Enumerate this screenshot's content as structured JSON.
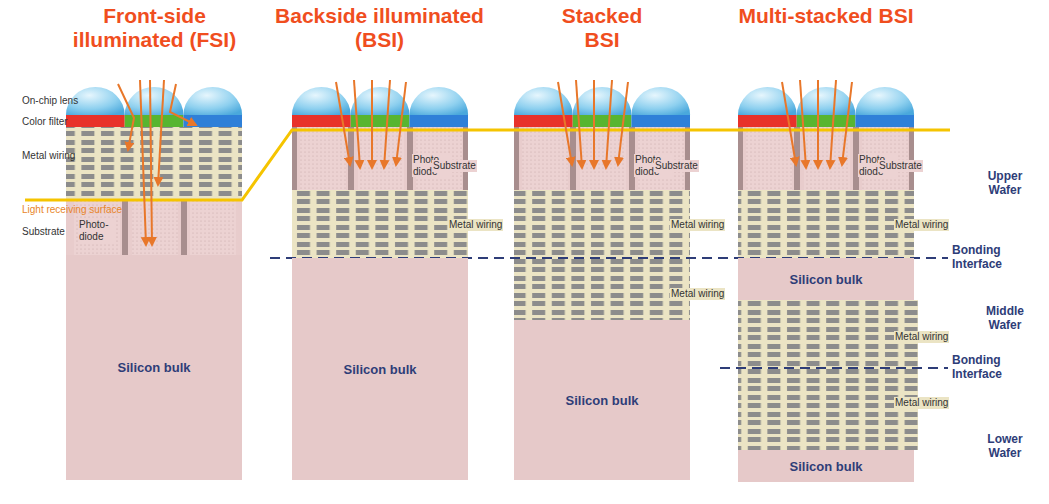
{
  "diagram": {
    "nodes": [
      {
        "text": [
          "Silicon bulk"
        ]
      },
      {
        "text": [
          "Silicon bulk"
        ]
      },
      {
        "text": [
          "Silicon bulk"
        ]
      },
      {
        "text": [
          "Silicon bulk"
        ]
      },
      {
        "text": [
          "Silicon bulk"
        ]
      }
    ],
    "labels": [
      "Front-side illuminated (FSI)",
      "Backside illuminated (BSI)",
      "Stacked BSI",
      "Multi-stacked BSI",
      "On-chip lens",
      "Color filter",
      "Metal wiring",
      "Light receiving surface",
      "Substrate",
      "Photo-diode",
      "Photo-diode",
      "Substrate",
      "Metal wiring",
      "Photo-diode",
      "Substrate",
      "Metal wiring",
      "Metal wiring",
      "Photo-diode",
      "Substrate",
      "Metal wiring",
      "Metal wiring",
      "Metal wiring",
      "Upper Wafer",
      "Bonding Interface",
      "Middle Wafer",
      "Bonding Interface",
      "Lower Wafer"
    ]
  }
}
